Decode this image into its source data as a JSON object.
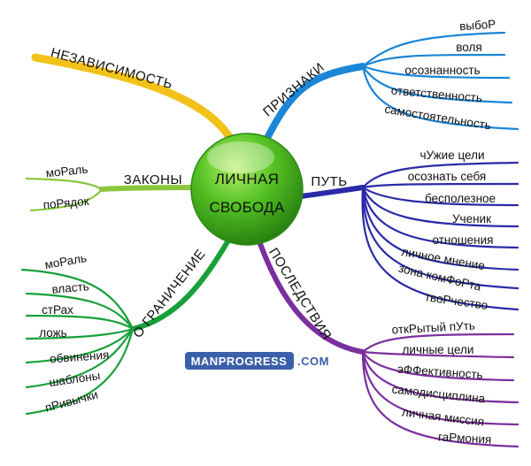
{
  "center": {
    "line1": "ЛИЧНАЯ",
    "line2": "СВОБОДА",
    "color": "#3fae1e"
  },
  "branches": {
    "independence": {
      "label": "НЕЗАВИСИМОСТЬ",
      "color": "#f3c21a"
    },
    "signs": {
      "label": "ПРИЗНАКИ",
      "color": "#1b86d6",
      "items": [
        "выбоР",
        "воля",
        "осознанность",
        "ответственность",
        "самостоятельность"
      ]
    },
    "laws": {
      "label": "ЗАКОНЫ",
      "color": "#8cc63f",
      "items": [
        "моРаль",
        "поРядок"
      ]
    },
    "path": {
      "label": "ПУТЬ",
      "color": "#2a2aa8",
      "items": [
        "чУжие цели",
        "осознать себя",
        "бесполезное",
        "Ученик",
        "отношения",
        "личное мнение",
        "зона комФоРта",
        "твоРчество"
      ]
    },
    "limitation": {
      "label": "О ГРАНИЧЕНИЕ",
      "color": "#17a03a",
      "items": [
        "моРаль",
        "власть",
        "стРах",
        "ложь",
        "обвинения",
        "шаблоны",
        "пРивычки"
      ]
    },
    "consequences": {
      "label": "ПОСЛЕДСТВИЯ",
      "color": "#7b2f9e",
      "items": [
        "откРытый пУть",
        "личные цели",
        "эФФективность",
        "самодисциплина",
        "личная миссия",
        "гаРмония"
      ]
    }
  },
  "watermark": {
    "part1": "MANPROGRESS",
    "part2": ".COM",
    "color": "#3b5fa8"
  }
}
